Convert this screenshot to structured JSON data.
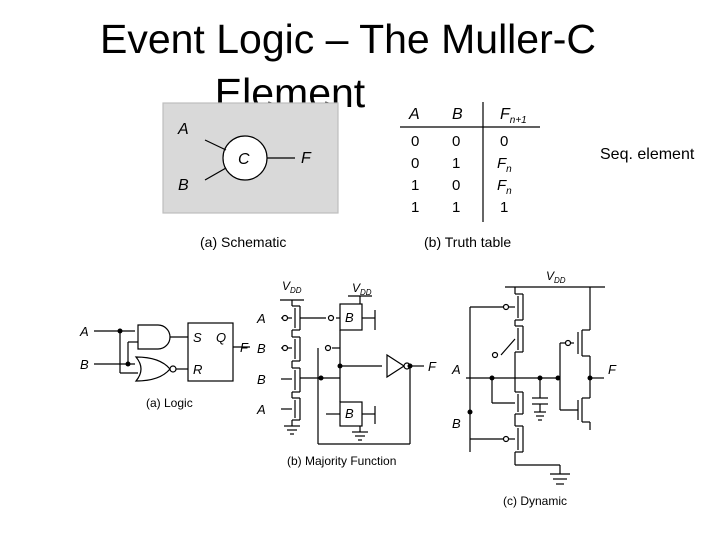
{
  "slide": {
    "title_line1": "Event Logic – The Muller-C",
    "title_line2": "Element",
    "side_note": "Seq. element"
  },
  "schematic": {
    "input_a": "A",
    "input_b": "B",
    "gate": "C",
    "output": "F",
    "caption": "(a) Schematic",
    "box_color": "#d9d9d9"
  },
  "truth_table": {
    "headers": [
      "A",
      "B",
      "F"
    ],
    "header_sub": "n+1",
    "rows": [
      [
        "0",
        "0",
        "0"
      ],
      [
        "0",
        "1",
        "F"
      ],
      [
        "1",
        "0",
        "F"
      ],
      [
        "1",
        "1",
        "1"
      ]
    ],
    "row_sub": "n",
    "caption": "(b) Truth table"
  },
  "logic_impl": {
    "input_a": "A",
    "input_b": "B",
    "latch_s": "S",
    "latch_r": "R",
    "latch_q": "Q",
    "output": "F",
    "caption": "(a) Logic"
  },
  "majority_impl": {
    "vdd": "V",
    "vdd_sub": "DD",
    "inputs": [
      "A",
      "B",
      "B",
      "A"
    ],
    "feedback_b1": "B",
    "feedback_b2": "B",
    "output": "F",
    "caption": "(b) Majority Function"
  },
  "dynamic_impl": {
    "vdd": "V",
    "vdd_sub": "DD",
    "input_a": "A",
    "input_b": "B",
    "output": "F",
    "caption": "(c) Dynamic"
  }
}
